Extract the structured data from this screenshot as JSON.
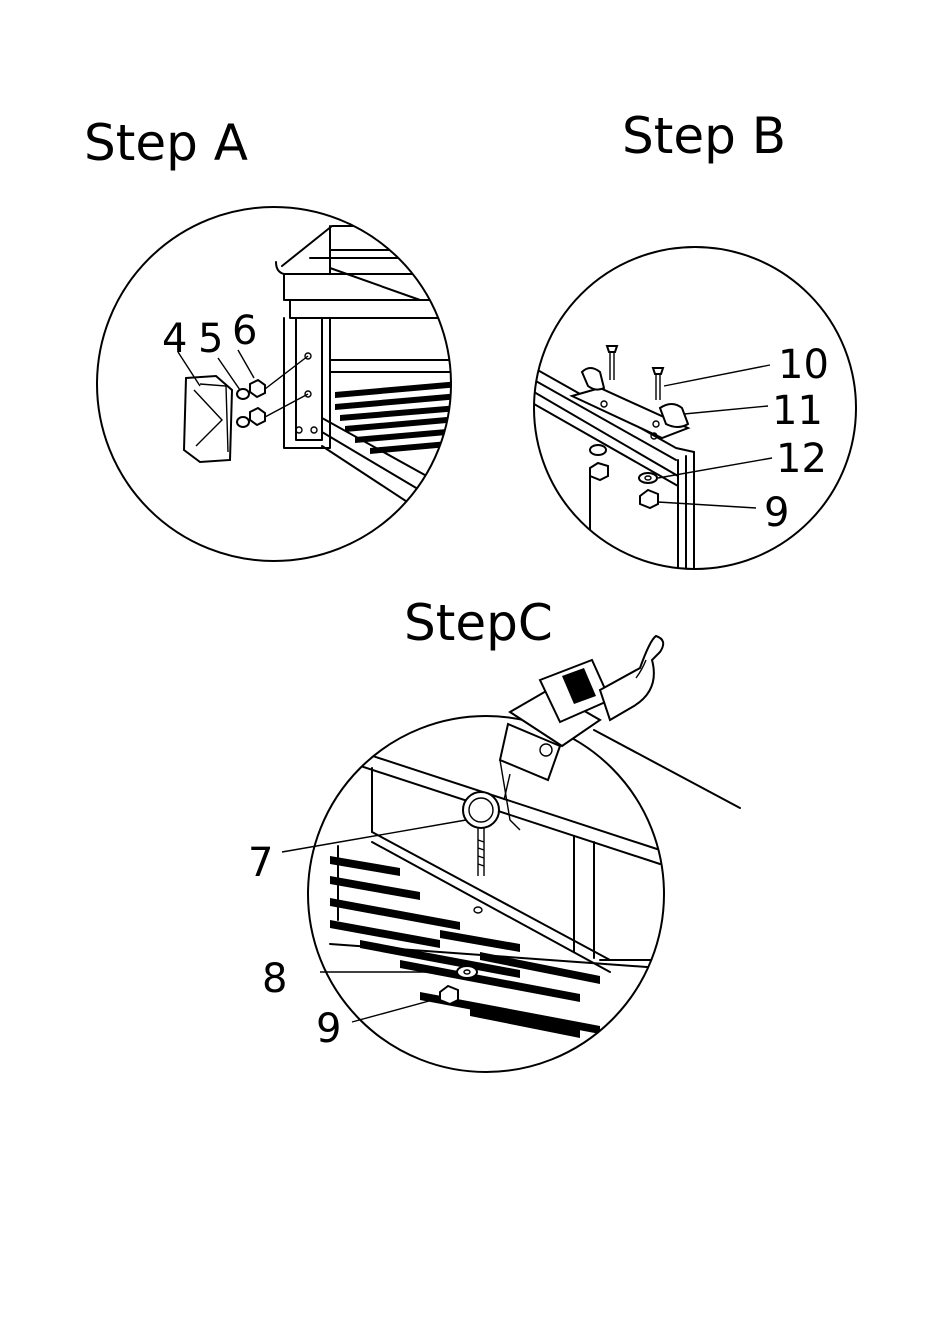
{
  "steps": {
    "a": {
      "title": "Step A",
      "callouts": [
        "4",
        "5",
        "6"
      ]
    },
    "b": {
      "title": "Step B",
      "callouts": [
        "10",
        "11",
        "12",
        "9"
      ]
    },
    "c": {
      "title": "StepC",
      "callouts": [
        "7",
        "8",
        "9"
      ]
    }
  }
}
